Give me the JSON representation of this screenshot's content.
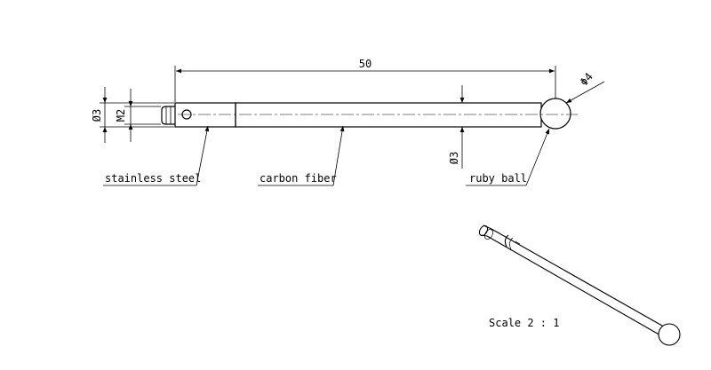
{
  "dimensions": {
    "length": "50",
    "diameter_shank_left": "Ø3",
    "thread": "M2",
    "diameter_shank_right": "Ø3",
    "ball_diameter": "Φ4"
  },
  "labels": {
    "stainless_steel": "stainless steel",
    "carbon_fiber": "carbon fiber",
    "ruby_ball": "ruby ball"
  },
  "scale": {
    "text": "Scale 2 : 1"
  }
}
